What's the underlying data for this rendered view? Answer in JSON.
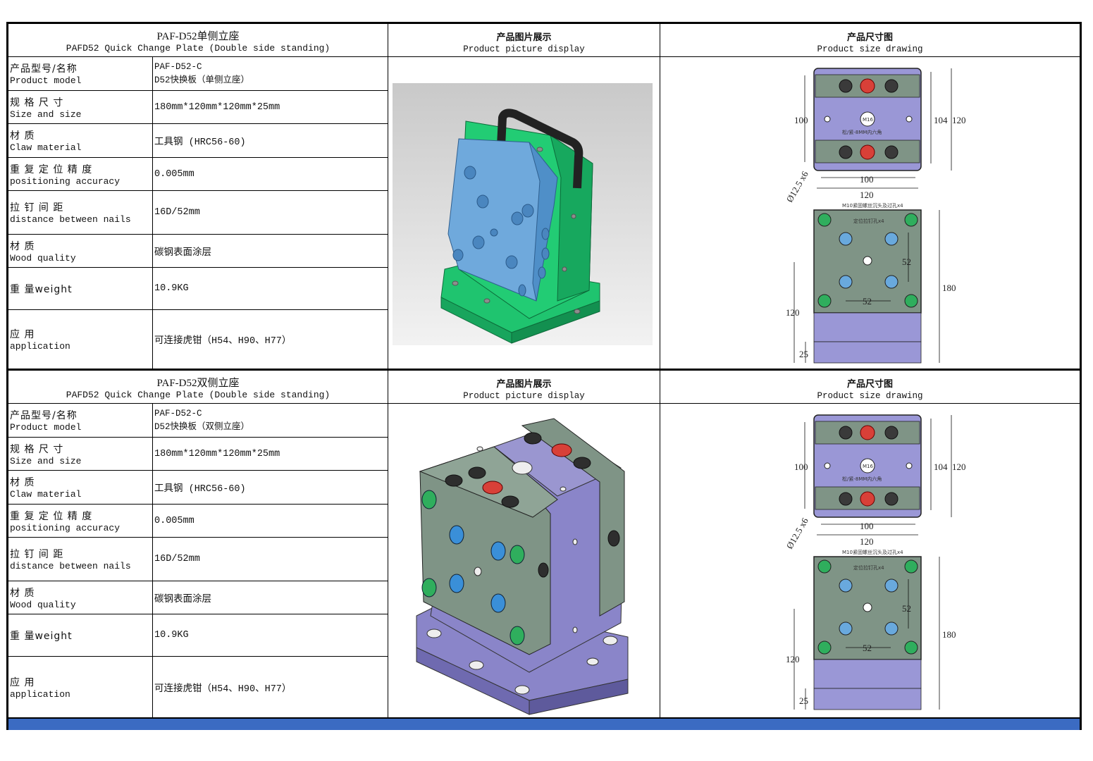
{
  "sections": [
    {
      "title_cn": "PAF-D52单侧立座",
      "title_en": "PAFD52 Quick Change Plate (Double side standing)",
      "picture_header_cn": "产品图片展示",
      "picture_header_en": "Product picture display",
      "drawing_header_cn": "产品尺寸图",
      "drawing_header_en": "Product size drawing",
      "rows": [
        {
          "label_cn": "产品型号/名称",
          "label_en": "Product model",
          "value": "PAF-D52-C",
          "value2": "D52快换板（单侧立座）"
        },
        {
          "label_cn": "规 格 尺 寸",
          "label_en": "Size and size",
          "value": "180mm*120mm*120mm*25mm"
        },
        {
          "label_cn": "材 质",
          "label_en": "Claw material",
          "value": "工具钢 (HRC56-60)"
        },
        {
          "label_cn": "重 复 定 位 精 度",
          "label_en": "positioning accuracy",
          "value": "0.005mm"
        },
        {
          "label_cn": "拉 钉 间 距",
          "label_en": "distance between nails",
          "value": "16D/52mm"
        },
        {
          "label_cn": "材 质",
          "label_en": "Wood quality",
          "value": "碳钢表面涂层"
        },
        {
          "label_cn": "重 量weight",
          "label_en": "",
          "value": "10.9KG"
        },
        {
          "label_cn": "应 用",
          "label_en": "application",
          "value": "可连接虎钳（H54、H90、H77）"
        }
      ]
    },
    {
      "title_cn": "PAF-D52双侧立座",
      "title_en": "PAFD52 Quick Change Plate (Double side standing)",
      "picture_header_cn": "产品图片展示",
      "picture_header_en": "Product picture display",
      "drawing_header_cn": "产品尺寸图",
      "drawing_header_en": "Product size drawing",
      "rows": [
        {
          "label_cn": "产品型号/名称",
          "label_en": "Product model",
          "value": "PAF-D52-C",
          "value2": "D52快换板（双侧立座）"
        },
        {
          "label_cn": "规 格 尺 寸",
          "label_en": "Size and size",
          "value": "180mm*120mm*120mm*25mm"
        },
        {
          "label_cn": "材 质",
          "label_en": "Claw material",
          "value": "工具钢 (HRC56-60)"
        },
        {
          "label_cn": "重 复 定 位 精 度",
          "label_en": "positioning accuracy",
          "value": "0.005mm"
        },
        {
          "label_cn": "拉 钉 间 距",
          "label_en": "distance between nails",
          "value": "16D/52mm"
        },
        {
          "label_cn": "材 质",
          "label_en": "Wood quality",
          "value": "碳钢表面涂层"
        },
        {
          "label_cn": "重 量weight",
          "label_en": "",
          "value": "10.9KG"
        },
        {
          "label_cn": "应 用",
          "label_en": "application",
          "value": "可连接虎钳（H54、H90、H77）"
        }
      ]
    }
  ],
  "drawing_labels": {
    "dim_100": "100",
    "dim_104": "104",
    "dim_120": "120",
    "dim_100_bottom": "100",
    "dim_hole": "Ø12.5 x6",
    "dim_120_top": "120",
    "dim_52_v": "52",
    "dim_52_h": "52",
    "dim_180": "180",
    "dim_120_left": "120",
    "dim_25": "25",
    "note_m16": "M16",
    "note_hex": "松/紧-8MM内六角",
    "note_m10": "M10紧固螺丝沉头及过孔x4",
    "note_pin": "定位拉钉孔x4"
  },
  "colors": {
    "bottom_bar": "#3b6bc2",
    "plate_blue": "#6fa9dc",
    "body_green": "#1fc46f",
    "body_purple": "#8a85c9",
    "plate_grey": "#7f9486",
    "drawing_purple": "#9a97d6"
  }
}
